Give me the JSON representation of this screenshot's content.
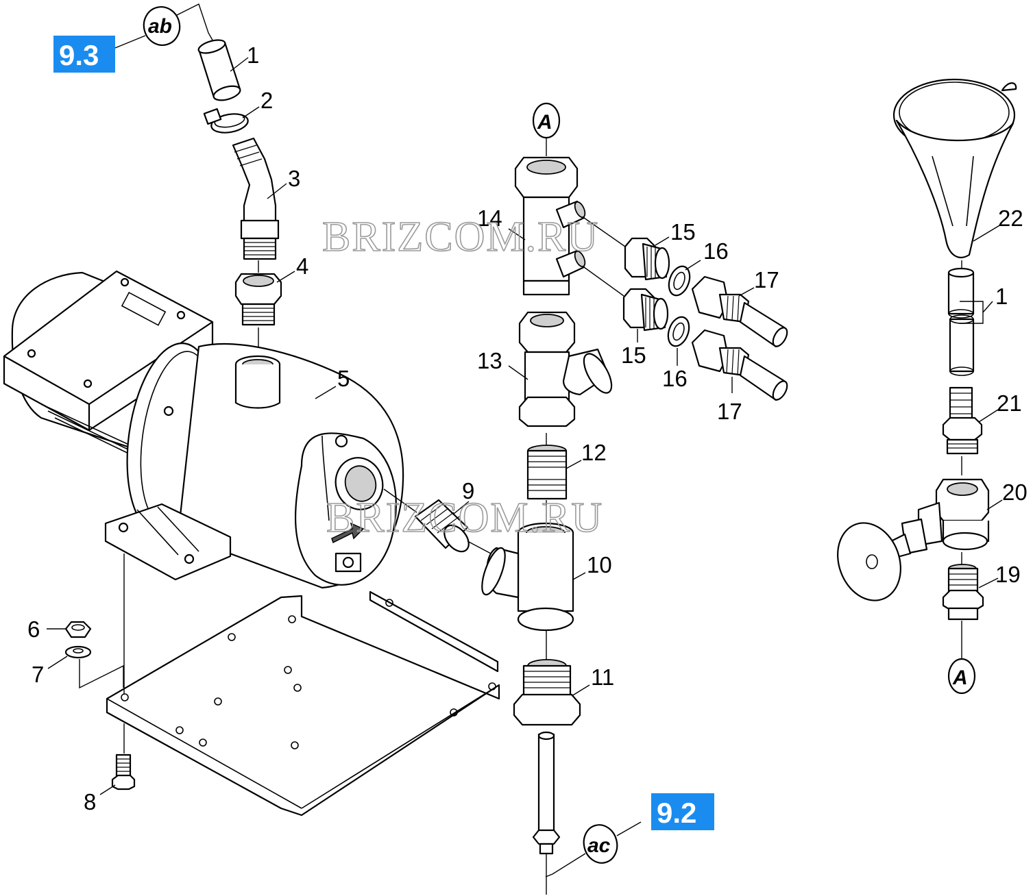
{
  "references": {
    "top": "9.3",
    "bottom": "9.2"
  },
  "bubbles": {
    "ab": "ab",
    "ac": "ac",
    "a_top": "A",
    "a_bottom": "A"
  },
  "watermark": {
    "text": "BRIZCOM.RU"
  },
  "callouts": {
    "p1a": "1",
    "p1b": "1",
    "p2": "2",
    "p3": "3",
    "p4": "4",
    "p5": "5",
    "p6": "6",
    "p7": "7",
    "p8": "8",
    "p9": "9",
    "p10": "10",
    "p11": "11",
    "p12": "12",
    "p13": "13",
    "p14": "14",
    "p15a": "15",
    "p15b": "15",
    "p16a": "16",
    "p16b": "16",
    "p17a": "17",
    "p17b": "17",
    "p19": "19",
    "p20": "20",
    "p21": "21",
    "p22": "22"
  }
}
